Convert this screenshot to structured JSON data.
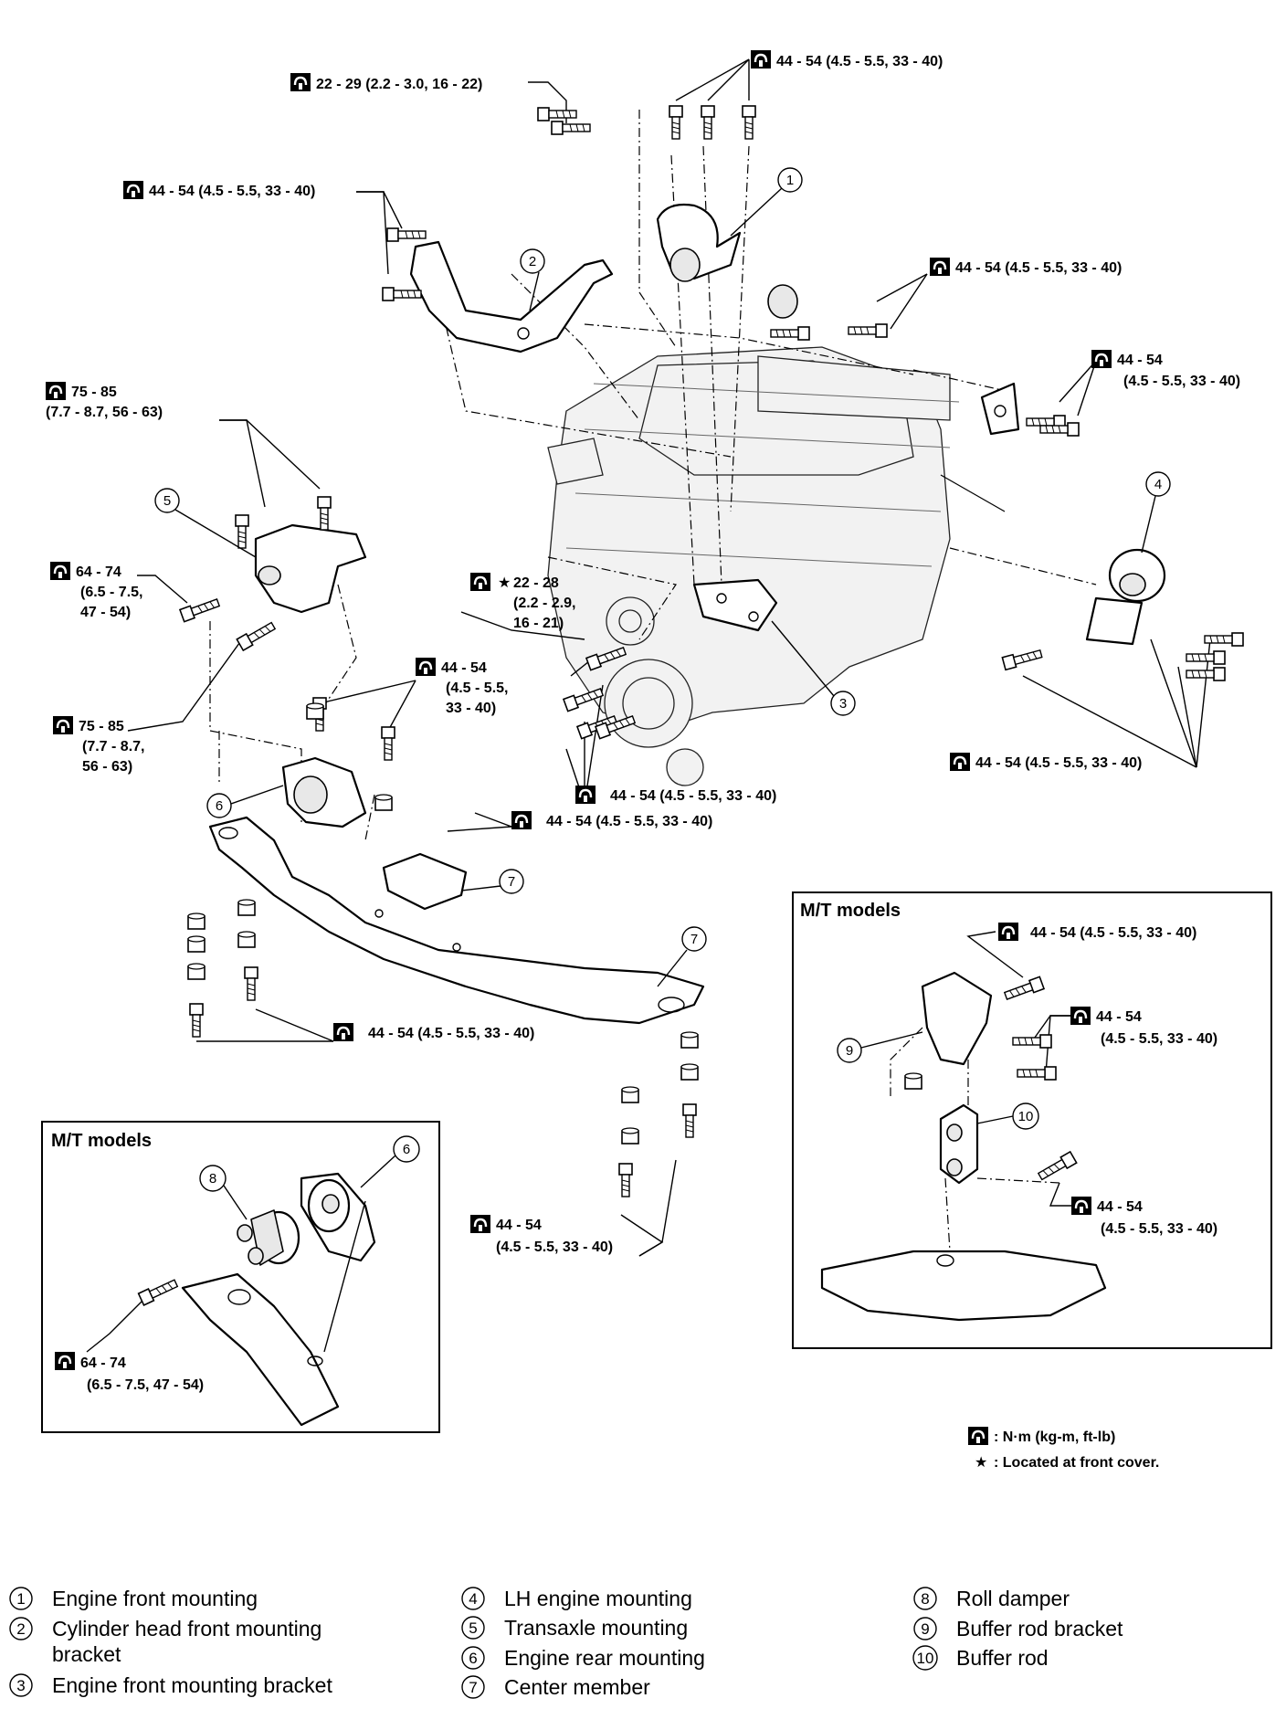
{
  "callouts": {
    "c_top_right": "44 - 54 (4.5 - 5.5, 33 - 40)",
    "c_top_left": "22 - 29 (2.2 - 3.0, 16 - 22)",
    "c_left_bracket": "44 - 54 (4.5 - 5.5, 33 - 40)",
    "c_front_mount_bolt": "44 - 54 (4.5 - 5.5, 33 - 40)",
    "c_right_a": "44 - 54",
    "c_right_b": "(4.5 - 5.5, 33 - 40)",
    "c_tm_upper_a": "75 - 85",
    "c_tm_upper_b": "(7.7 - 8.7, 56 - 63)",
    "c_tm_side_a": "64 - 74",
    "c_tm_side_b": "(6.5 - 7.5,",
    "c_tm_side_c": "47 - 54)",
    "c_star_a": "22 - 28",
    "c_star_b": "(2.2 - 2.9,",
    "c_star_c": "16 - 21)",
    "c_mid_a": "44 - 54",
    "c_mid_b": "(4.5 - 5.5,",
    "c_mid_c": "33 - 40)",
    "c_tm_lower_a": "75 - 85",
    "c_tm_lower_b": "(7.7 - 8.7,",
    "c_tm_lower_c": "56 - 63)",
    "c_lh_lower": "44 - 54 (4.5 - 5.5, 33 - 40)",
    "c_front_lower": "44 - 54 (4.5 - 5.5, 33 - 40)",
    "c_center_upper": "44 - 54 (4.5 - 5.5, 33 - 40)",
    "c_center_lower": "44 - 54 (4.5 - 5.5, 33 - 40)",
    "c_bottom_a": "44 - 54",
    "c_bottom_b": "(4.5 - 5.5, 33 - 40)"
  },
  "insets": {
    "right": {
      "title": "M/T models",
      "c1": "44 - 54 (4.5 - 5.5, 33 - 40)",
      "c2_a": "44 - 54",
      "c2_b": "(4.5 - 5.5, 33 - 40)",
      "c3_a": "44 - 54",
      "c3_b": "(4.5 - 5.5, 33 - 40)"
    },
    "left": {
      "title": "M/T models",
      "c1_a": "64 - 74",
      "c1_b": "(6.5 - 7.5, 47 - 54)"
    }
  },
  "key": {
    "units": ": N·m (kg-m, ft-lb)",
    "star_symbol": "★",
    "star_note": ": Located at front cover."
  },
  "part_numbers": [
    "1",
    "2",
    "3",
    "4",
    "5",
    "6",
    "7",
    "7",
    "8",
    "9",
    "10"
  ],
  "legend": {
    "col1": [
      {
        "num": "1",
        "text": "Engine front mounting"
      },
      {
        "num": "2",
        "text": "Cylinder head front mounting"
      },
      {
        "num": "",
        "text": "bracket"
      },
      {
        "num": "3",
        "text": "Engine front mounting bracket"
      }
    ],
    "col2": [
      {
        "num": "4",
        "text": "LH engine mounting"
      },
      {
        "num": "5",
        "text": "Transaxle mounting"
      },
      {
        "num": "6",
        "text": "Engine rear mounting"
      },
      {
        "num": "7",
        "text": "Center member"
      }
    ],
    "col3": [
      {
        "num": "8",
        "text": "Roll damper"
      },
      {
        "num": "9",
        "text": "Buffer rod bracket"
      },
      {
        "num": "10",
        "text": "Buffer rod"
      }
    ]
  }
}
